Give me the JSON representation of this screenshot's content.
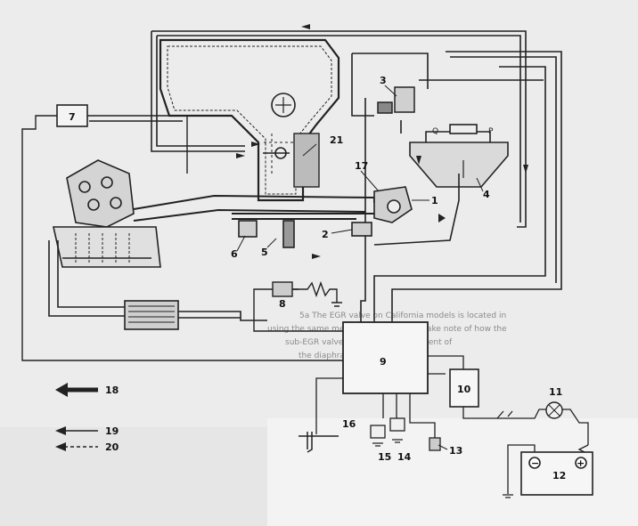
{
  "callouts": {
    "c1": "1",
    "c2": "2",
    "c3": "3",
    "c4": "4",
    "c5": "5",
    "c6": "6",
    "c7": "7",
    "c8": "8",
    "c9": "9",
    "c10": "10",
    "c11": "11",
    "c12": "12",
    "c13": "13",
    "c14": "14",
    "c15": "15",
    "c16": "16",
    "c17": "17",
    "c18": "18",
    "c19": "19",
    "c20": "20",
    "c21": "21"
  },
  "diaphragm_labels": {
    "q": "Q",
    "p": "P"
  },
  "battery_signs": {
    "minus": "−",
    "plus": "+"
  },
  "background_text": {
    "line1": "5a  The EGR valve on California models is located in",
    "line2": "using the same method, but you must take note of how the",
    "line3": "sub-EGR valve to check the movement of",
    "line4": "the diaphragm"
  }
}
